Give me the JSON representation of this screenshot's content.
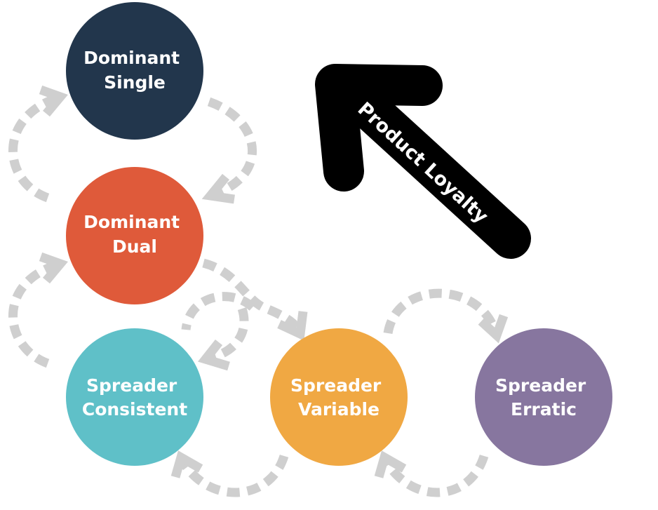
{
  "nodes": [
    {
      "id": "dominant-single",
      "lines": [
        "Dominant",
        "Single"
      ],
      "color": "#22364c"
    },
    {
      "id": "dominant-dual",
      "lines": [
        "Dominant",
        "Dual"
      ],
      "color": "#df5a3a"
    },
    {
      "id": "spreader-consistent",
      "lines": [
        "Spreader",
        "Consistent"
      ],
      "color": "#5fc0c8"
    },
    {
      "id": "spreader-variable",
      "lines": [
        "Spreader",
        "Variable"
      ],
      "color": "#f0a843"
    },
    {
      "id": "spreader-erratic",
      "lines": [
        "Spreader",
        "Erratic"
      ],
      "color": "#87769f"
    }
  ],
  "big_arrow": {
    "label": "Product Loyalty",
    "color": "#000000"
  },
  "connector_color": "#cfcfcf"
}
